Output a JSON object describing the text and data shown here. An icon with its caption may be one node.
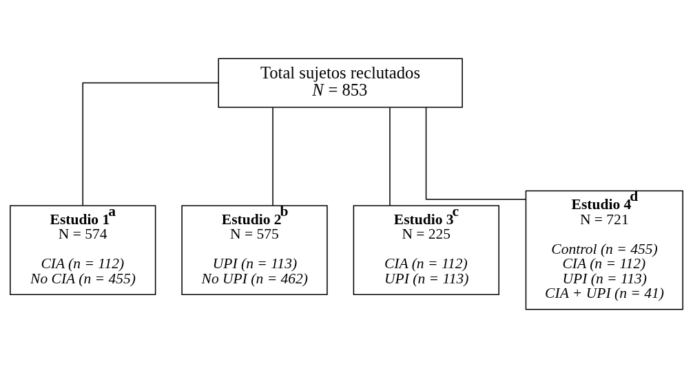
{
  "diagram": {
    "nodes": [
      {
        "text": [
          "Total sujetos reclutados",
          "*N* = 853"
        ]
      },
      {
        "text": [
          "**Estudio 1**$^{a}$",
          "N = 574",
          "CIA (n = 112)",
          "No CIA (n = 455)"
        ]
      },
      {
        "text": [
          "**Estudio 2**$^{b}$",
          "N = 575",
          "UPI (n = 113)",
          "No UPI (n = 462)"
        ]
      },
      {
        "text": [
          "**Estudio 3**$^{c}$",
          "N = 225",
          "CIA (n = 112)",
          "UPI (n = 113)"
        ]
      },
      {
        "text": [
          "**Estudio 4**$^{d}$",
          "N = 721",
          "Control (n = 455)",
          "CIA (n = 112)",
          "UPI (n = 113)",
          "CIA + UPI (n = 41)"
        ]
      }
    ],
    "edges": [
      {
        "from": 0,
        "to": 1,
        "arrow": "none"
      },
      {
        "from": 0,
        "to": 2,
        "arrow": "none"
      },
      {
        "from": 0,
        "to": 3,
        "arrow": "none"
      },
      {
        "from": 0,
        "to": 4,
        "arrow": "none"
      }
    ]
  }
}
